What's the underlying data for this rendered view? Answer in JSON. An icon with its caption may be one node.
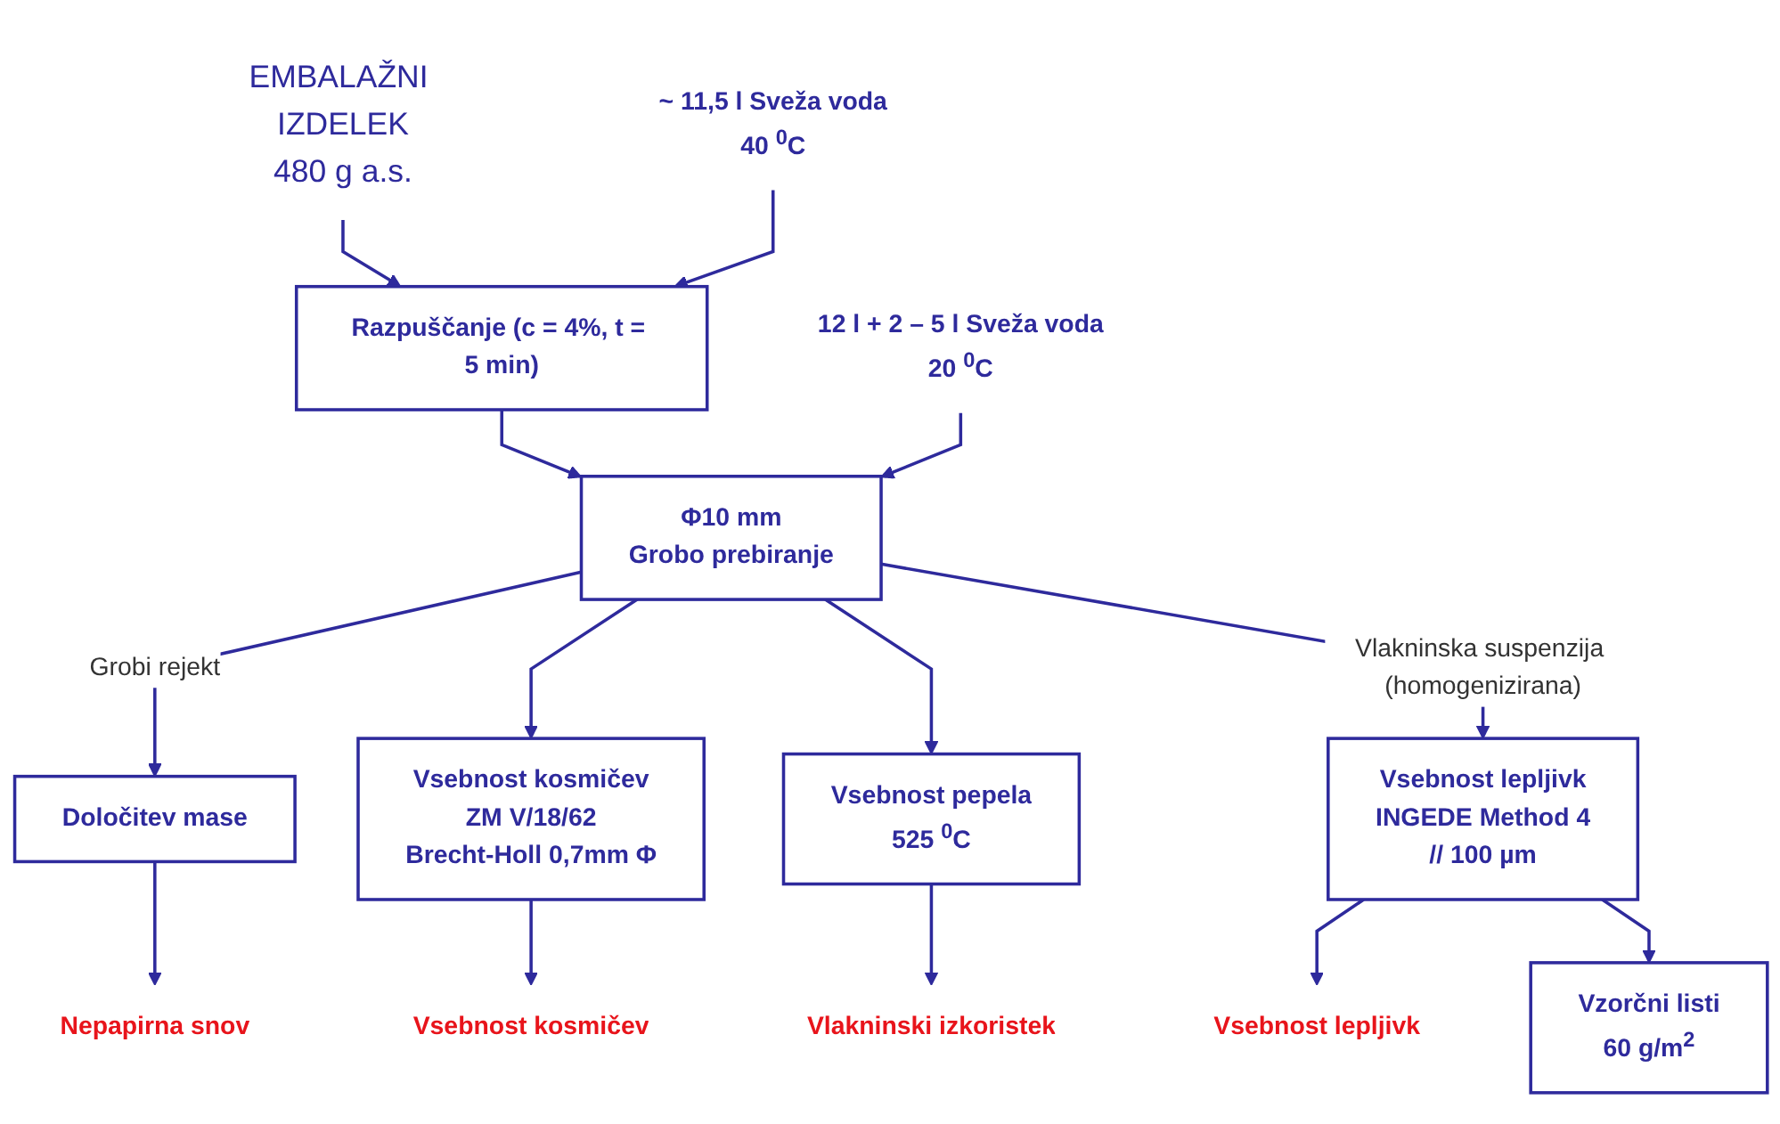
{
  "diagram": {
    "nodes": [
      {
        "text": [
          "EMBALAŽNI IZDELEK"
        ],
        "beside": [
          "480 g a.s."
        ]
      },
      {
        "text": [
          "~ 11,5 l Sveža voda"
        ],
        "beside": [
          "40 $^{0}$C"
        ]
      },
      {
        "text": [
          "Razpuščanje (c = 4%, t = 5 min)"
        ]
      },
      {
        "text": [
          "12 l + 2 – 5 l Sveža voda"
        ],
        "beside": [
          "20 $^{0}$C"
        ]
      },
      {
        "text": [
          "Φ10 mm",
          "Grobo prebiranje"
        ]
      },
      {
        "text": [
          "Določitev mase"
        ]
      },
      {
        "text": [
          "Nepapirna snov"
        ]
      },
      {
        "text": [
          "Vsebnost kosmičev",
          "ZM V/18/62",
          "Brecht-Holl 0,7mm Φ"
        ]
      },
      {
        "text": [
          "Vsebnost pepela",
          "525 $^{0}$C"
        ]
      },
      {
        "text": [
          "Vsebnost lepljivk",
          "INGEDE Method 4",
          "// 100 µm"
        ]
      },
      {
        "text": [
          "Vsebnost kosmičev"
        ]
      },
      {
        "text": [
          "Vlakninski izkoristek"
        ]
      },
      {
        "text": [
          "Vsebnost lepljivk"
        ]
      },
      {
        "text": [
          "Vzorčni listi",
          "60 g/m$^{2}$"
        ]
      }
    ],
    "edges": [
      {
        "from": 0,
        "to": 2,
        "arrow": "to"
      },
      {
        "from": 1,
        "to": 2,
        "arrow": "to"
      },
      {
        "from": 2,
        "to": 4,
        "arrow": "to"
      },
      {
        "from": 3,
        "to": 4,
        "arrow": "to"
      },
      {
        "from": 4,
        "to": 5,
        "arrow": "to",
        "label": "Grobi rejekt"
      },
      {
        "from": 5,
        "to": 6,
        "arrow": "to"
      },
      {
        "from": 4,
        "to": 7,
        "arrow": "to"
      },
      {
        "from": 4,
        "to": 8,
        "arrow": "to"
      },
      {
        "from": 4,
        "to": 9,
        "arrow": "to",
        "label": "Vlakninska suspenzija (homogenizirana)"
      },
      {
        "from": 7,
        "to": 10,
        "arrow": "to"
      },
      {
        "from": 8,
        "to": 11,
        "arrow": "to"
      },
      {
        "from": 9,
        "to": 12,
        "arrow": "to"
      },
      {
        "from": 9,
        "to": 13,
        "arrow": "to"
      }
    ]
  }
}
